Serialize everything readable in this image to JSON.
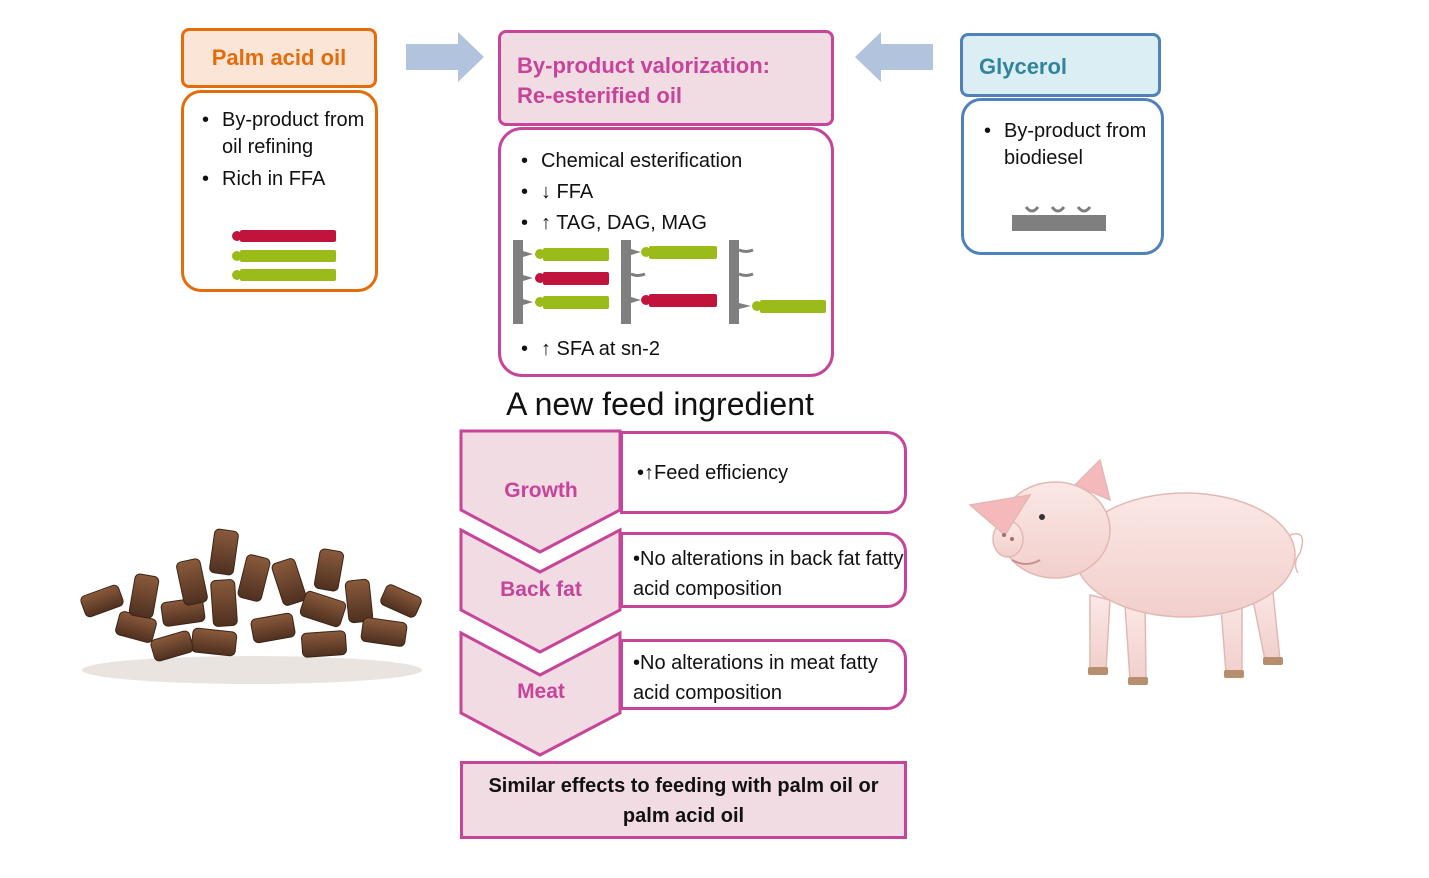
{
  "palm_acid_oil": {
    "title": "Palm acid oil",
    "bullets": [
      "By-product from oil refining",
      "Rich in FFA"
    ]
  },
  "valorization": {
    "title_line1": "By-product valorization:",
    "title_line2": "Re-esterified oil",
    "bullets": [
      "Chemical esterification",
      "↓ FFA",
      "↑ TAG, DAG, MAG"
    ],
    "bullet_after": "↑ SFA at sn-2"
  },
  "glycerol": {
    "title": "Glycerol",
    "bullets": [
      "By-product from biodiesel"
    ]
  },
  "headline": "A new feed ingredient",
  "effects": [
    {
      "stage": "Growth",
      "text": "•↑Feed efficiency"
    },
    {
      "stage": "Back fat",
      "text": "•No alterations in back fat fatty acid composition"
    },
    {
      "stage": "Meat",
      "text": "•No alterations in meat fatty acid composition"
    }
  ],
  "conclusion": "Similar effects to feeding with palm oil or palm acid oil",
  "colors": {
    "orange": "#e46c0a",
    "magenta": "#c6449a",
    "blue": "#4f81bd",
    "teal": "#31849b",
    "arrow": "#b2c3dd",
    "saturated_fa": "#c0143c",
    "unsaturated_fa": "#9bbb1a",
    "glycerol_backbone": "#7f7f7f"
  }
}
